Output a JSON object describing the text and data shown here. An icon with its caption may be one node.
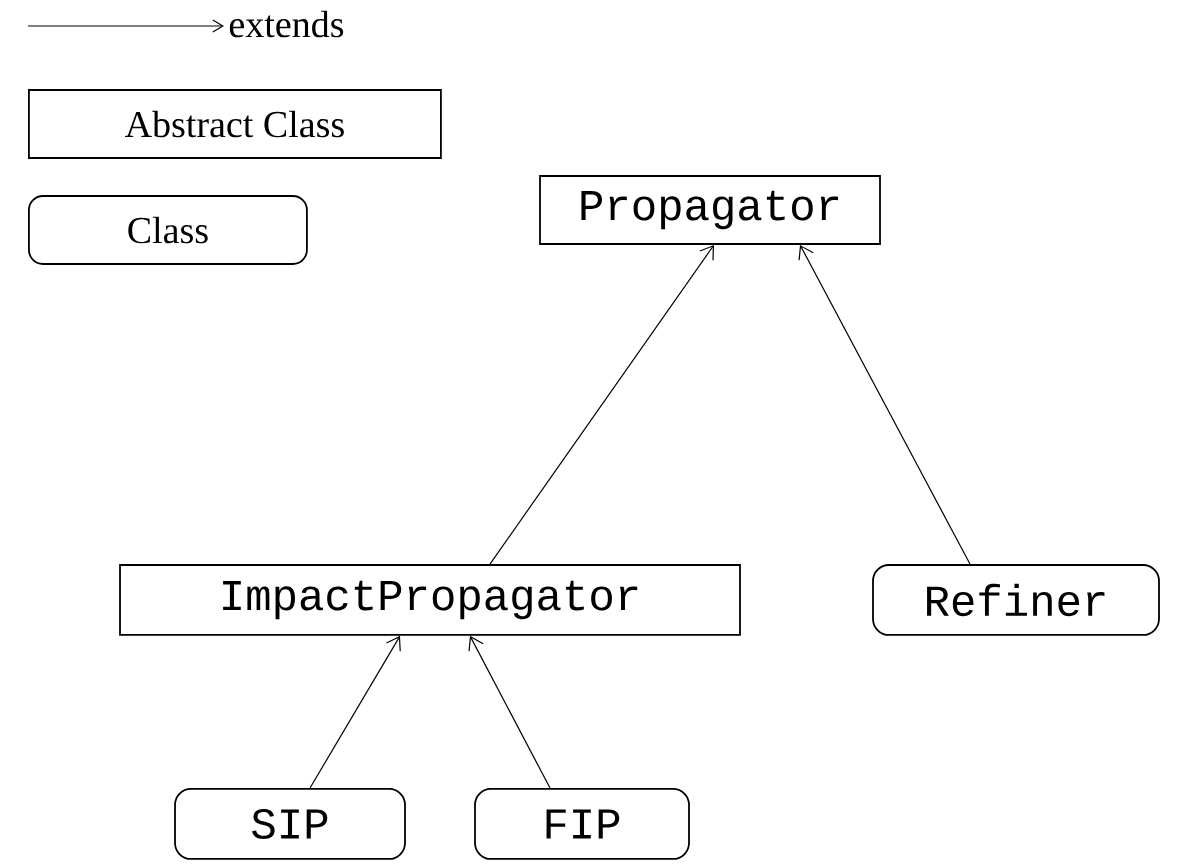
{
  "diagram": {
    "nodes": [
      {
        "text": [
          "Propagator"
        ]
      },
      {
        "text": [
          "ImpactPropagator"
        ]
      },
      {
        "text": [
          "Refiner"
        ]
      },
      {
        "text": [
          "SIP"
        ]
      },
      {
        "text": [
          "FIP"
        ]
      }
    ],
    "edges": [
      {
        "from": 1,
        "to": 0,
        "arrow": "to"
      },
      {
        "from": 2,
        "to": 0,
        "arrow": "to"
      },
      {
        "from": 3,
        "to": 1,
        "arrow": "to"
      },
      {
        "from": 4,
        "to": 1,
        "arrow": "to"
      }
    ],
    "legend": [
      {
        "text": "extends"
      },
      {
        "text": "Abstract Class"
      },
      {
        "text": "Class"
      }
    ]
  }
}
